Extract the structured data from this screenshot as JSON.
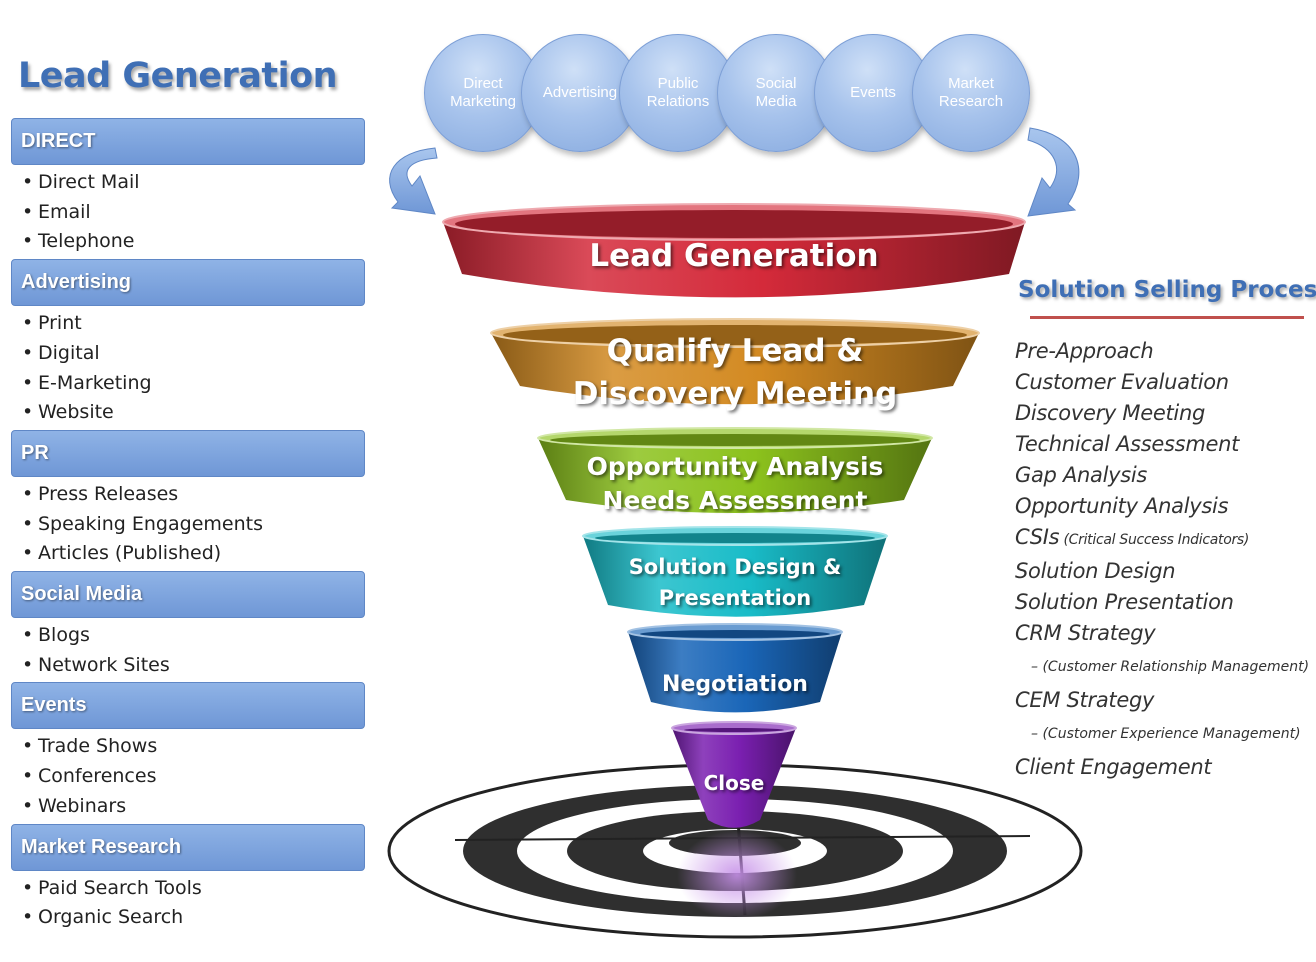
{
  "title": "Lead Generation",
  "categories": [
    {
      "header": "DIRECT",
      "items": [
        "Direct Mail",
        "Email",
        "Telephone"
      ]
    },
    {
      "header": "Advertising",
      "items": [
        "Print",
        "Digital",
        "E-Marketing",
        "Website"
      ]
    },
    {
      "header": "PR",
      "items": [
        "Press Releases",
        "Speaking Engagements",
        "Articles (Published)"
      ]
    },
    {
      "header": "Social Media",
      "items": [
        "Blogs",
        "Network Sites"
      ]
    },
    {
      "header": "Events",
      "items": [
        "Trade Shows",
        "Conferences",
        "Webinars"
      ]
    },
    {
      "header": "Market Research",
      "items": [
        "Paid Search Tools",
        "Organic Search"
      ]
    }
  ],
  "bubbles": [
    {
      "line1": "Direct",
      "line2": "Marketing"
    },
    {
      "line1": "Advertising",
      "line2": ""
    },
    {
      "line1": "Public",
      "line2": "Relations"
    },
    {
      "line1": "Social",
      "line2": "Media"
    },
    {
      "line1": "Events",
      "line2": ""
    },
    {
      "line1": "Market",
      "line2": "Research"
    }
  ],
  "funnel": [
    {
      "line1": "Lead Generation",
      "line2": "",
      "color": "#d42a3a"
    },
    {
      "line1": "Qualify Lead &",
      "line2": "Discovery Meeting",
      "color": "#d38a22"
    },
    {
      "line1": "Opportunity Analysis",
      "line2": "Needs Assessment",
      "color": "#8cc21d"
    },
    {
      "line1": "Solution Design &",
      "line2": "Presentation",
      "color": "#19bcc8"
    },
    {
      "line1": "Negotiation",
      "line2": "",
      "color": "#1a66b8"
    },
    {
      "line1": "Close",
      "line2": "",
      "color": "#7a1fb0"
    }
  ],
  "solution_selling": {
    "title": "Solution Selling Process",
    "items": [
      {
        "text": "Pre-Approach",
        "note": ""
      },
      {
        "text": "Customer Evaluation",
        "note": ""
      },
      {
        "text": "Discovery Meeting",
        "note": ""
      },
      {
        "text": "Technical Assessment",
        "note": ""
      },
      {
        "text": "Gap Analysis",
        "note": ""
      },
      {
        "text": "Opportunity Analysis",
        "note": ""
      },
      {
        "text": "CSIs",
        "note": "(Critical Success Indicators)"
      },
      {
        "text": "Solution Design",
        "note": ""
      },
      {
        "text": "Solution Presentation",
        "note": ""
      },
      {
        "text": "CRM Strategy",
        "note": ""
      },
      {
        "sub": "(Customer Relationship Management)"
      },
      {
        "text": "CEM Strategy",
        "note": ""
      },
      {
        "sub": "(Customer Experience Management)"
      },
      {
        "text": "Client Engagement",
        "note": ""
      }
    ]
  }
}
